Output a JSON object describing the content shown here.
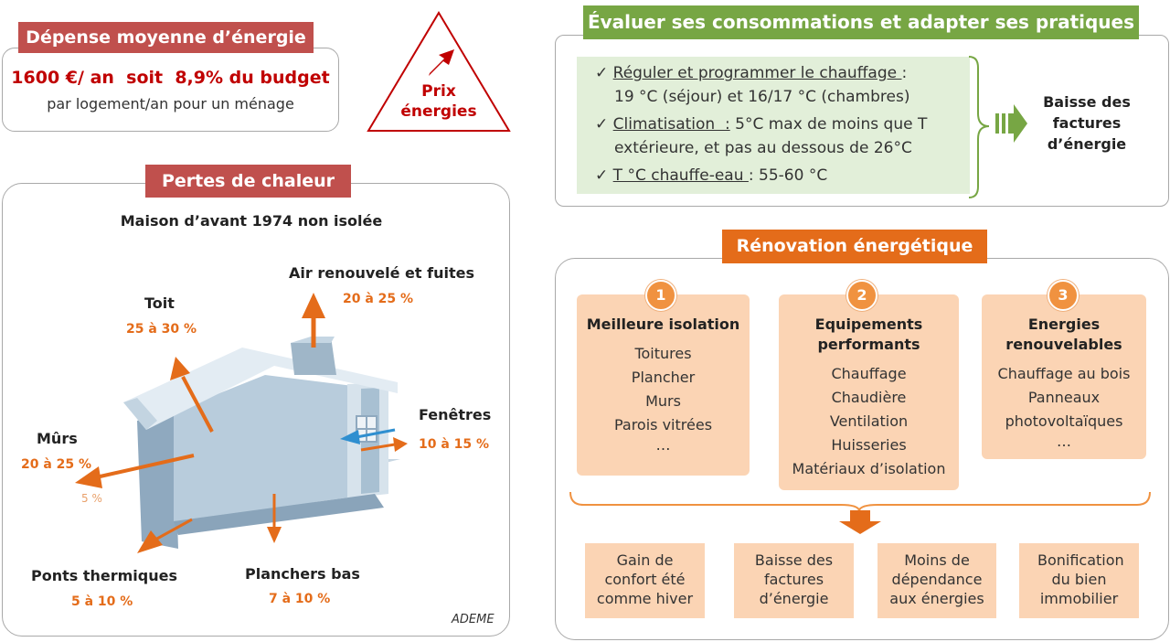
{
  "depense": {
    "banner": "Dépense moyenne d’énergie",
    "main": "1600 €/ an  soit  8,9% du budget",
    "sub": "par logement/an pour un ménage"
  },
  "prix": {
    "line1": "Prix",
    "line2": "énergies"
  },
  "pertes": {
    "banner": "Pertes de chaleur",
    "subtitle": "Maison d’avant 1974 non isolée",
    "air_label": "Air renouvelé et fuites",
    "air_pct": "20 à 25 %",
    "toit_label": "Toit",
    "toit_pct": "25 à 30 %",
    "fenetres_label": "Fenêtres",
    "fenetres_pct": "10 à 15 %",
    "murs_label": "Mûrs",
    "murs_pct": "20 à 25 %",
    "murs_small": "5 %",
    "ponts_label": "Ponts thermiques",
    "ponts_pct": "5 à 10 %",
    "planchers_label": "Planchers bas",
    "planchers_pct": "7 à 10 %",
    "source": "ADEME"
  },
  "evaluer": {
    "banner": "Évaluer ses consommations et adapter ses pratiques",
    "line1_u": "Réguler et programmer le chauffage ",
    "line1_rest": ":",
    "line2": "19 °C (séjour) et 16/17 °C (chambres)",
    "line3_u": "Climatisation  :",
    "line3_rest": " 5°C max de moins que T",
    "line4": "extérieure, et pas au dessous de 26°C",
    "line5_u": "T °C chauffe-eau ",
    "line5_rest": ": 55-60 °C",
    "check": "✓",
    "result": "Baisse des factures d’énergie"
  },
  "renovation": {
    "banner": "Rénovation énergétique",
    "cards": [
      {
        "num": "1",
        "title": "Meilleure isolation",
        "items": [
          "Toitures",
          "Plancher",
          "Murs",
          "Parois vitrées",
          "…"
        ]
      },
      {
        "num": "2",
        "title": "Equipements performants",
        "items": [
          "Chauffage",
          "Chaudière",
          "Ventilation",
          "Huisseries",
          "Matériaux d’isolation"
        ]
      },
      {
        "num": "3",
        "title": "Energies renouvelables",
        "items": [
          "Chauffage au bois",
          "Panneaux photovoltaïques",
          "…"
        ]
      }
    ],
    "results": [
      "Gain de confort été comme hiver",
      "Baisse des factures d’énergie",
      "Moins de dépendance aux énergies",
      "Bonification du bien immobilier"
    ]
  },
  "colors": {
    "red": "#c0504d",
    "green": "#77a644",
    "orange": "#e46c1a",
    "peach": "#fbd4b4",
    "light_green": "#e2efd9"
  }
}
